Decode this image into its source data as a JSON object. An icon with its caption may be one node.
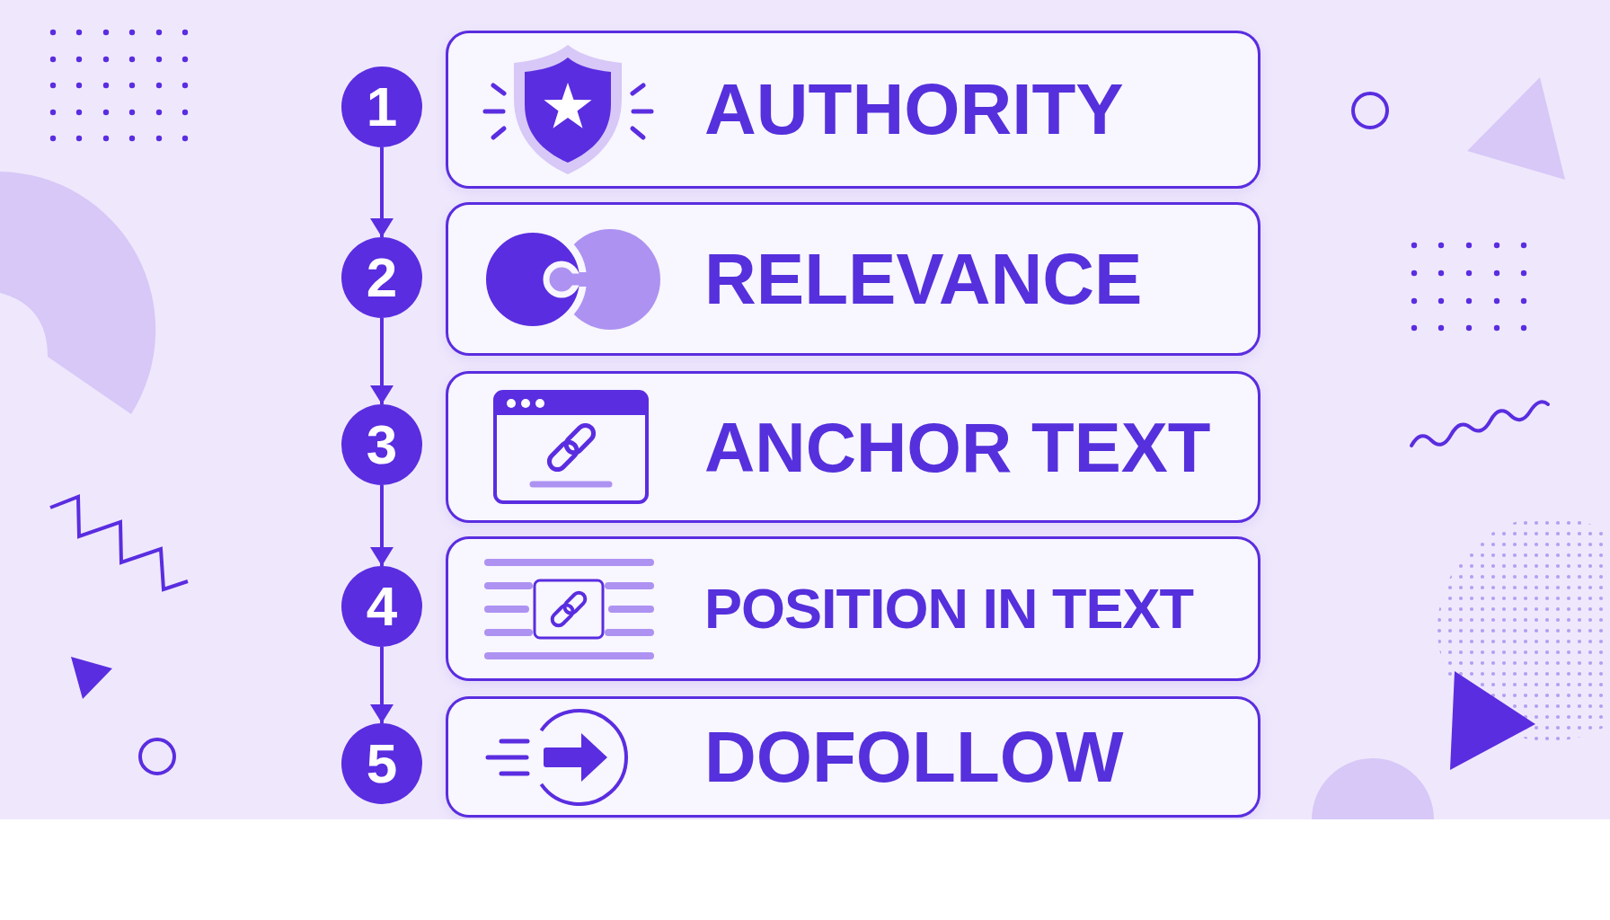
{
  "diagram": {
    "nodes": [
      {
        "text": [
          "1"
        ]
      },
      {
        "text": [
          "AUTHORITY"
        ]
      },
      {
        "text": [
          "2"
        ]
      },
      {
        "text": [
          "RELEVANCE"
        ]
      },
      {
        "text": [
          "3"
        ]
      },
      {
        "text": [
          "ANCHOR TEXT"
        ]
      },
      {
        "text": [
          "4"
        ]
      },
      {
        "text": [
          "POSITION IN TEXT"
        ]
      },
      {
        "text": [
          "5"
        ]
      },
      {
        "text": [
          "DOFOLLOW"
        ]
      }
    ],
    "edges": [
      {
        "from": 0,
        "to": 2,
        "arrow": "to"
      },
      {
        "from": 2,
        "to": 4,
        "arrow": "to"
      },
      {
        "from": 4,
        "to": 6,
        "arrow": "to"
      },
      {
        "from": 6,
        "to": 8,
        "arrow": "to"
      }
    ]
  }
}
